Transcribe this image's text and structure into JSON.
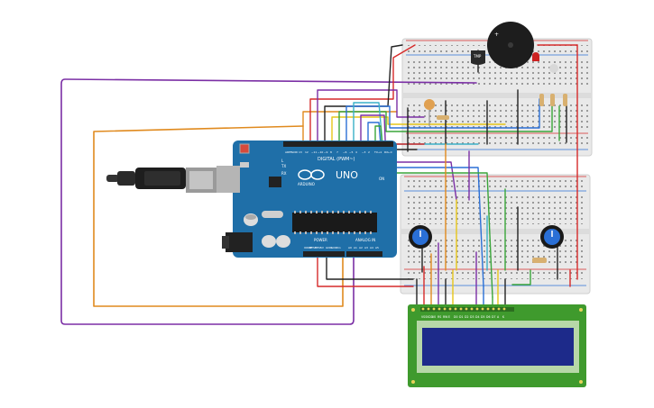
{
  "arduino": {
    "model": "UNO",
    "brand": "ARDUINO",
    "digital_header": "DIGITAL (PWM~)",
    "power_header": "POWER",
    "analog_header": "ANALOG IN",
    "tx_label": "TX",
    "rx_label": "RX",
    "l_label": "L",
    "on_label": "ON",
    "digital_pins": [
      "AREF",
      "GND",
      "13",
      "12",
      "~11",
      "~10",
      "~9",
      "8",
      "7",
      "~6",
      "~5",
      "4",
      "~3",
      "2",
      "TX→1",
      "RX←0"
    ],
    "power_pins": [
      "IOREF",
      "RESET",
      "3.3V",
      "5V",
      "GND",
      "GND",
      "Vin"
    ],
    "analog_pins": [
      "A0",
      "A1",
      "A2",
      "A3",
      "A4",
      "A5"
    ]
  },
  "sensor": {
    "label": "TMP"
  },
  "lcd": {
    "pin_labels": [
      "VSS",
      "VDD",
      "V0",
      "RS",
      "RW",
      "E",
      "D0",
      "D1",
      "D2",
      "D3",
      "D4",
      "D5",
      "D6",
      "D7",
      "A",
      "K"
    ],
    "backlight_color": "#1d2a8a",
    "pcb_color": "#3f9a2d"
  },
  "colors": {
    "wire_purple": "#7b2fa5",
    "wire_orange": "#e08a1e",
    "wire_red": "#d62a2a",
    "wire_black": "#222222",
    "wire_green": "#3aa53a",
    "wire_yellow": "#e6c619",
    "wire_blue": "#2a6fd6",
    "wire_cyan": "#3ab0c8",
    "arduino_board": "#1f6fa8"
  }
}
